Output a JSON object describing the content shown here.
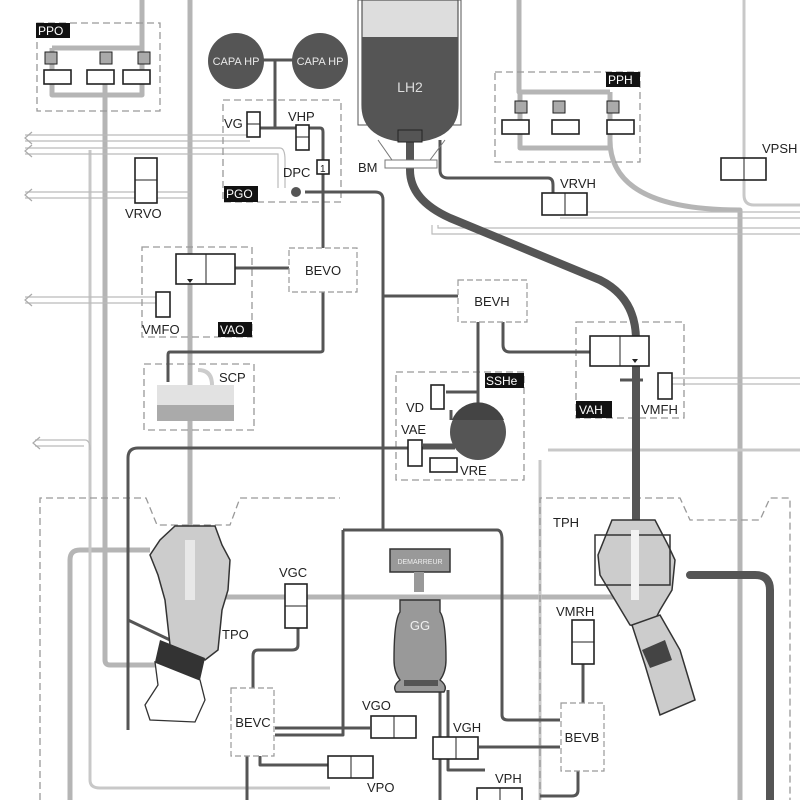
{
  "diagram": {
    "title": "Cryogenic rocket engine fluid schematic",
    "tanks": {
      "lh2": "LH2",
      "capa_hp_left": "CAPA HP",
      "capa_hp_right": "CAPA HP",
      "bm": "BM"
    },
    "groups": {
      "ppo": "PPO",
      "pph": "PPH",
      "pgo": "PGO",
      "vao": "VAO",
      "vah": "VAH",
      "sshe": "SSHe"
    },
    "valves": {
      "vg": "VG",
      "vhp": "VHP",
      "dpc": "DPC",
      "dpc_marker": "1",
      "vrvo": "VRVO",
      "vrvh": "VRVH",
      "vpsh": "VPSH",
      "vmfo": "VMFO",
      "vmfh": "VMFH",
      "vd": "VD",
      "vae": "VAE",
      "vre": "VRE",
      "vgc": "VGC",
      "vmrh": "VMRH",
      "vgo": "VGO",
      "vgh": "VGH",
      "vpo": "VPO",
      "vph": "VPH"
    },
    "boxes": {
      "bevo": "BEVO",
      "bevh": "BEVH",
      "bevc": "BEVC",
      "bevb": "BEVB",
      "scp": "SCP"
    },
    "machines": {
      "tpo": "TPO",
      "tph": "TPH",
      "gg": "GG",
      "starter": "DEMARREUR"
    }
  }
}
